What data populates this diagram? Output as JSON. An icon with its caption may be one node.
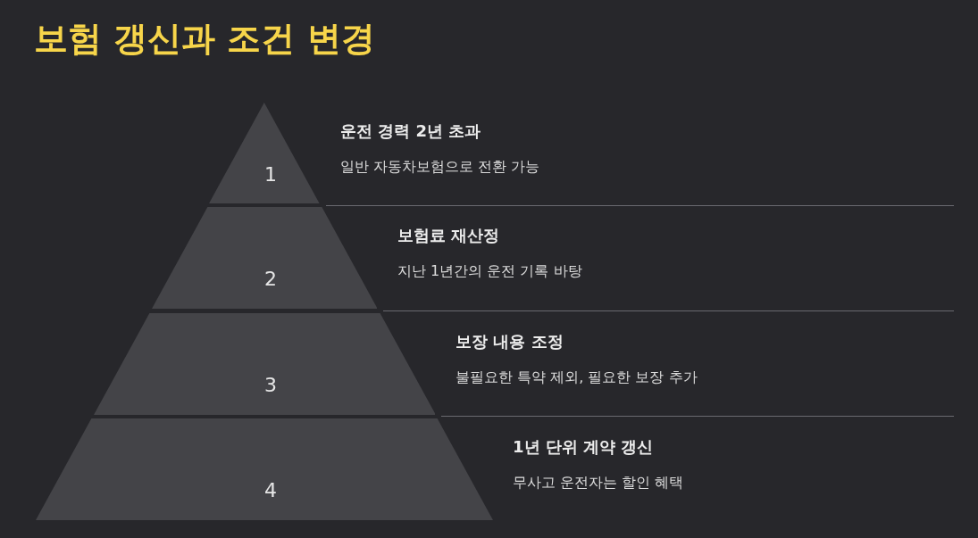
{
  "diagram": {
    "title": "보험 갱신과 조건 변경",
    "nodes": [
      {
        "text": [
          "1"
        ],
        "beside": [
          "운전 경력 2년 초과",
          "일반 자동차보험으로 전환 가능"
        ]
      },
      {
        "text": [
          "2"
        ],
        "beside": [
          "보험료 재산정",
          "지난 1년간의 운전 기록 바탕"
        ]
      },
      {
        "text": [
          "3"
        ],
        "beside": [
          "보장 내용 조정",
          "불필요한 특약 제외, 필요한 보장 추가"
        ]
      },
      {
        "text": [
          "4"
        ],
        "beside": [
          "1년 단위 계약 갱신",
          "무사고 운전자는 할인 혜택"
        ]
      }
    ],
    "edges": []
  }
}
